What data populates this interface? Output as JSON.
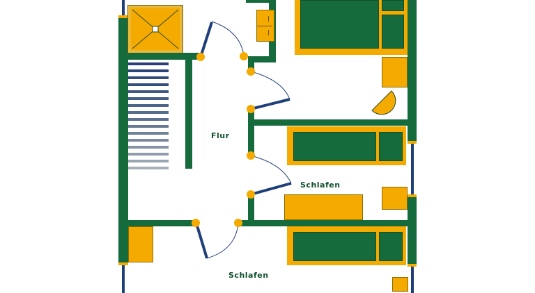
{
  "plan": {
    "colors": {
      "wall": "#166b3d",
      "furniture": "#f5aa00",
      "window": "#1f3f7a",
      "hinge": "#f5aa00",
      "background": "#ffffff"
    },
    "rooms": [
      {
        "id": "hallway",
        "label": "Flur"
      },
      {
        "id": "bedroom-1",
        "label": "Schlafen"
      },
      {
        "id": "bedroom-2",
        "label": "Schlafen"
      }
    ],
    "stairs": {
      "steps": 16
    },
    "icons": [
      "shower-icon",
      "sink-icon",
      "door-icon",
      "bed-icon",
      "window-icon",
      "stairs-icon",
      "table-icon"
    ]
  }
}
